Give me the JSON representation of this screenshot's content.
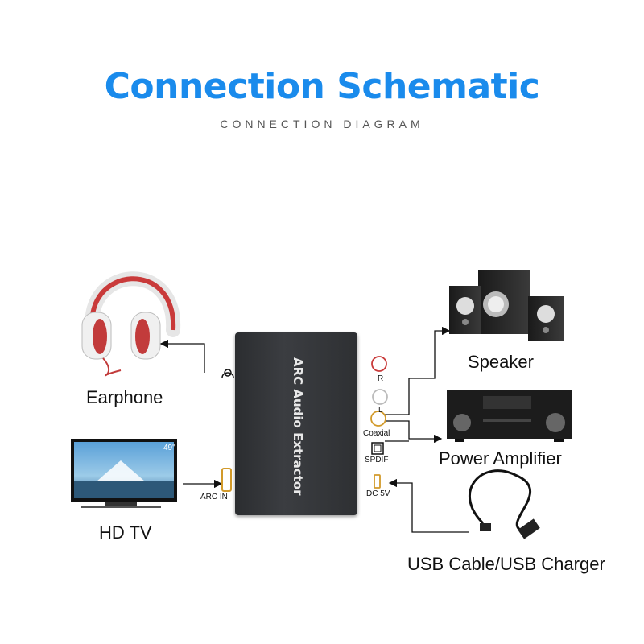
{
  "header": {
    "title": "Connection Schematic",
    "subtitle": "CONNECTION DIAGRAM"
  },
  "device": {
    "name": "ARC Audio Extractor",
    "ports": {
      "headphone": "",
      "arc_in": "ARC IN",
      "r": "R",
      "l": "L",
      "coaxial": "Coaxial",
      "spdif": "SPDIF",
      "dc": "DC 5V"
    }
  },
  "peripherals": {
    "earphone": "Earphone",
    "hdtv": "HD TV",
    "speaker": "Speaker",
    "amplifier": "Power Amplifier",
    "usb": "USB Cable/USB Charger",
    "tv_badge": "49\""
  },
  "colors": {
    "title": "#1a8bec",
    "device": "#2e3033",
    "line": "#111111"
  }
}
